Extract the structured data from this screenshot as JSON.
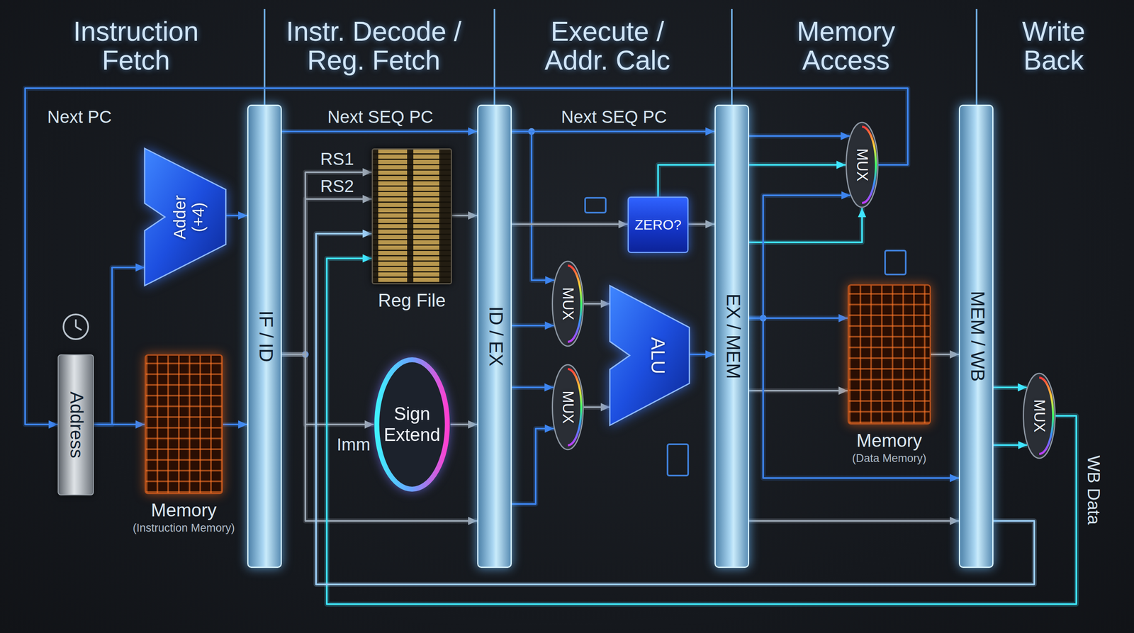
{
  "diagram": {
    "nodes": [
      {
        "text": [
          "Adder (+4)"
        ]
      },
      {
        "text": [
          "Address"
        ]
      },
      {
        "text": [
          "Memory",
          "(Instruction Memory)"
        ]
      },
      {
        "text": [
          "IF / ID"
        ]
      },
      {
        "text": [
          "Reg File"
        ]
      },
      {
        "text": [
          "Sign Extend"
        ]
      },
      {
        "text": [
          "ID / EX"
        ]
      },
      {
        "text": [
          "ZERO?"
        ]
      },
      {
        "text": [
          "MUX"
        ]
      },
      {
        "text": [
          "MUX"
        ]
      },
      {
        "text": [
          "ALU"
        ]
      },
      {
        "text": [
          "EX / MEM"
        ]
      },
      {
        "text": [
          "MUX"
        ]
      },
      {
        "text": [
          "Memory",
          "(Data Memory)"
        ]
      },
      {
        "text": [
          "MEM / WB"
        ]
      },
      {
        "text": [
          "MUX"
        ]
      }
    ],
    "edges": [
      {
        "from": 1,
        "to": 0,
        "arrow": "to"
      },
      {
        "from": 1,
        "to": 2,
        "arrow": "to"
      },
      {
        "from": 0,
        "to": 3,
        "arrow": "to"
      },
      {
        "from": 2,
        "to": 3,
        "arrow": "to"
      },
      {
        "from": 3,
        "to": 6,
        "arrow": "to",
        "label": "Next SEQ PC"
      },
      {
        "from": 3,
        "to": 4,
        "arrow": "to",
        "label": "RS1"
      },
      {
        "from": 3,
        "to": 4,
        "arrow": "to",
        "label": "RS2"
      },
      {
        "from": 3,
        "to": 5,
        "arrow": "to",
        "label": "Imm"
      },
      {
        "from": 3,
        "to": 6,
        "arrow": "to"
      },
      {
        "from": 4,
        "to": 6,
        "arrow": "to"
      },
      {
        "from": 5,
        "to": 6,
        "arrow": "to"
      },
      {
        "from": 6,
        "to": 11,
        "arrow": "to",
        "label": "Next SEQ PC"
      },
      {
        "from": 6,
        "to": 8,
        "arrow": "to"
      },
      {
        "from": 6,
        "to": 8,
        "arrow": "to"
      },
      {
        "from": 6,
        "to": 9,
        "arrow": "to"
      },
      {
        "from": 6,
        "to": 9,
        "arrow": "to"
      },
      {
        "from": 6,
        "to": 7,
        "arrow": "to"
      },
      {
        "from": 8,
        "to": 10,
        "arrow": "to"
      },
      {
        "from": 9,
        "to": 10,
        "arrow": "to"
      },
      {
        "from": 10,
        "to": 11,
        "arrow": "to"
      },
      {
        "from": 7,
        "to": 11,
        "arrow": "to"
      },
      {
        "from": 7,
        "to": 12,
        "arrow": "to"
      },
      {
        "from": 11,
        "to": 12,
        "arrow": "to"
      },
      {
        "from": 11,
        "to": 12,
        "arrow": "to"
      },
      {
        "from": 11,
        "to": 12,
        "arrow": "to"
      },
      {
        "from": 11,
        "to": 13,
        "arrow": "to"
      },
      {
        "from": 11,
        "to": 13,
        "arrow": "to"
      },
      {
        "from": 11,
        "to": 14,
        "arrow": "to"
      },
      {
        "from": 11,
        "to": 14,
        "arrow": "to"
      },
      {
        "from": 13,
        "to": 14,
        "arrow": "to"
      },
      {
        "from": 14,
        "to": 15,
        "arrow": "to"
      },
      {
        "from": 14,
        "to": 15,
        "arrow": "to"
      },
      {
        "from": 12,
        "to": 1,
        "arrow": "to"
      },
      {
        "from": 15,
        "to": 4,
        "arrow": "to"
      },
      {
        "from": 14,
        "to": 4,
        "arrow": "to"
      }
    ],
    "labels": [
      "Instruction Fetch",
      "Instr. Decode / Reg. Fetch",
      "Execute / Addr. Calc",
      "Memory Access",
      "Write Back",
      "Next PC",
      "WB Data"
    ]
  }
}
